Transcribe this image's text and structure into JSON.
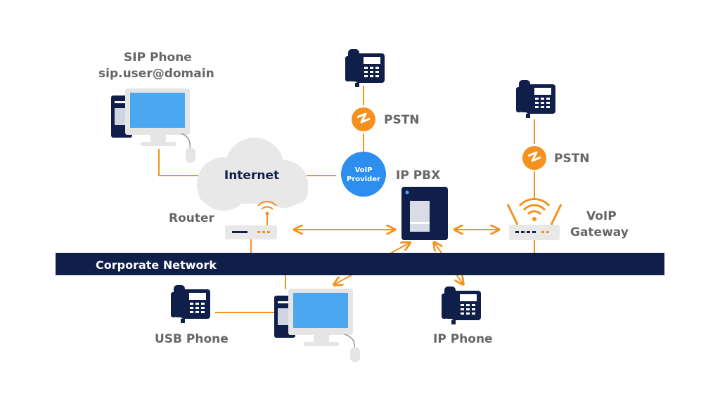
{
  "colors": {
    "navy": "#0f1f4a",
    "orange": "#f5911e",
    "blue": "#2e8ef0",
    "screen": "#4aa7f0",
    "gray_text": "#666666",
    "cloud": "#e8e8e8"
  },
  "labels": {
    "sip_phone": "SIP Phone",
    "sip_address": "sip.user@domain",
    "internet": "Internet",
    "pstn_top": "PSTN",
    "pstn_right": "PSTN",
    "voip_provider_line1": "VoIP",
    "voip_provider_line2": "Provider",
    "ip_pbx": "IP PBX",
    "router": "Router",
    "voip_gateway_line1": "VoIP",
    "voip_gateway_line2": "Gateway",
    "corporate_network": "Corporate Network",
    "usb_phone": "USB Phone",
    "ip_phone": "IP Phone"
  },
  "icons": [
    "desktop-computer-icon",
    "mouse-icon",
    "desk-phone-icon",
    "pstn-icon",
    "cloud-icon",
    "router-icon",
    "wifi-icon",
    "server-icon"
  ]
}
